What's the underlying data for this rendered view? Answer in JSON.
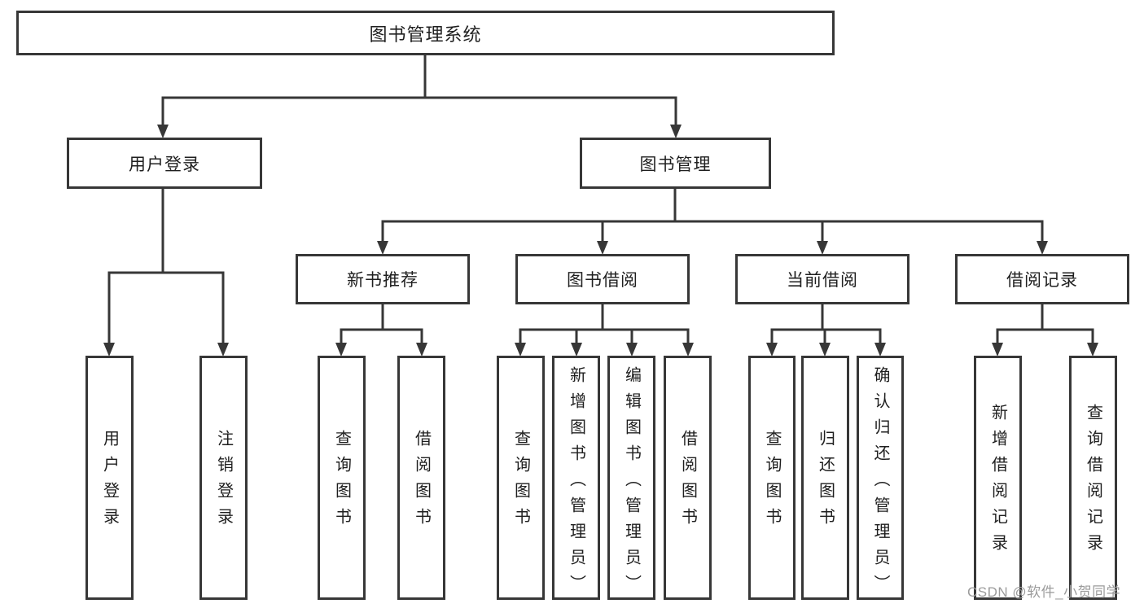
{
  "tree": {
    "root": "图书管理系统",
    "branches": [
      {
        "label": "用户登录",
        "children": [
          "用户登录",
          "注销登录"
        ]
      },
      {
        "label": "图书管理",
        "groups": [
          {
            "label": "新书推荐",
            "children": [
              "查询图书",
              "借阅图书"
            ]
          },
          {
            "label": "图书借阅",
            "children": [
              "查询图书",
              "新增图书（管理员）",
              "编辑图书（管理员）",
              "借阅图书"
            ]
          },
          {
            "label": "当前借阅",
            "children": [
              "查询图书",
              "归还图书",
              "确认归还（管理员）"
            ]
          },
          {
            "label": "借阅记录",
            "children": [
              "新增借阅记录",
              "查询借阅记录"
            ]
          }
        ]
      }
    ]
  },
  "watermark": {
    "text": "CSDN @软件_小贺同学"
  },
  "colors": {
    "line": "#373737",
    "box_border": "#373737",
    "text": "#1f1f1f",
    "watermark": "#9b9b9b",
    "background": "#ffffff"
  }
}
